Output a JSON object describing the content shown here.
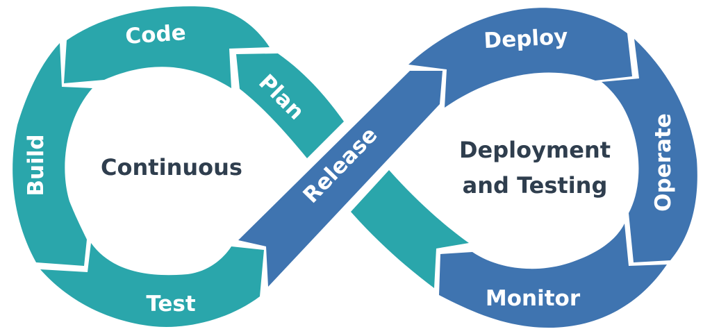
{
  "diagram": {
    "type": "devops-infinity-loop",
    "colors": {
      "left_loop": "#2aa6ab",
      "right_loop": "#3f74b0",
      "center_text": "#2f3e4e",
      "segment_text": "#ffffff",
      "separator": "#ffffff"
    },
    "left_loop": {
      "title": "Continuous",
      "stages": [
        {
          "id": "plan",
          "label": "Plan"
        },
        {
          "id": "code",
          "label": "Code"
        },
        {
          "id": "build",
          "label": "Build"
        },
        {
          "id": "test",
          "label": "Test"
        }
      ]
    },
    "right_loop": {
      "title_line1": "Deployment",
      "title_line2": "and Testing",
      "stages": [
        {
          "id": "release",
          "label": "Release"
        },
        {
          "id": "deploy",
          "label": "Deploy"
        },
        {
          "id": "operate",
          "label": "Operate"
        },
        {
          "id": "monitor",
          "label": "Monitor"
        }
      ]
    },
    "flow_order": [
      "Plan",
      "Code",
      "Build",
      "Test",
      "Release",
      "Deploy",
      "Operate",
      "Monitor"
    ]
  }
}
